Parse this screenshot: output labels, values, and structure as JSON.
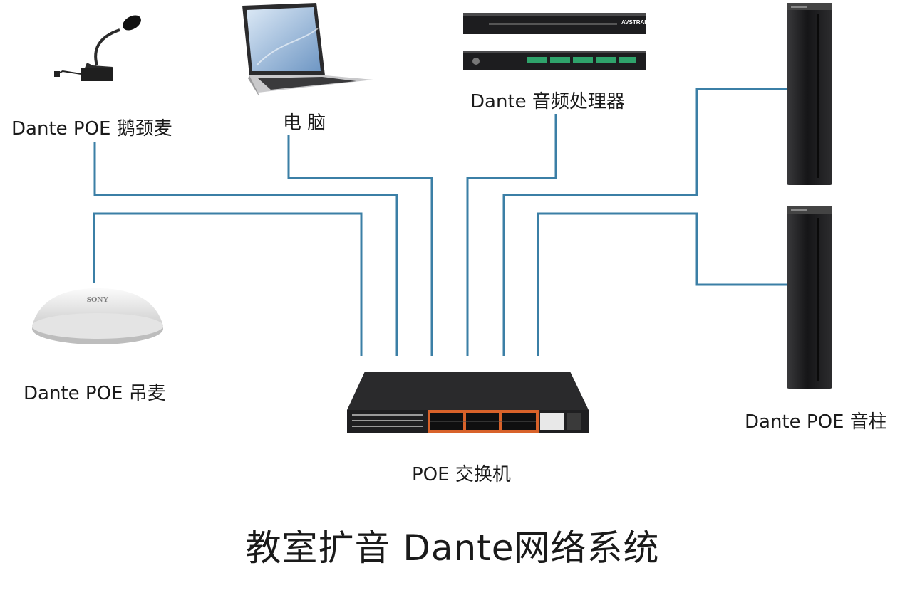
{
  "labels": {
    "gooseneck_mic": "Dante POE 鹅颈麦",
    "computer": "电 脑",
    "audio_processor": "Dante 音频处理器",
    "ceiling_mic": "Dante POE 吊麦",
    "switch": "POE 交换机",
    "column_speaker": "Dante POE 音柱"
  },
  "brand_marks": {
    "ceiling_mic_logo": "SONY",
    "processor_logo": "AVSTRAIN"
  },
  "title": "教室扩音 Dante网络系统",
  "colors": {
    "cable": "#3b7fa6",
    "device_dark": "#1d1d1f",
    "switch_orange": "#d8622a",
    "text": "#1a1a1a"
  }
}
